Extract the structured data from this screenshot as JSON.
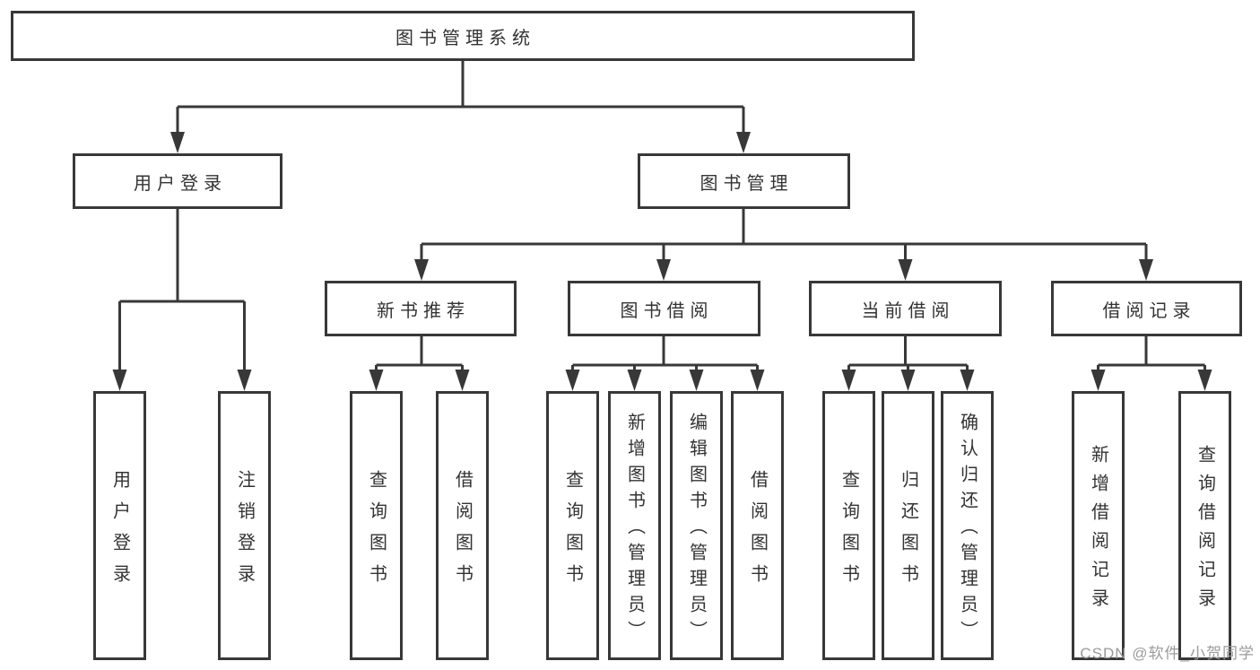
{
  "colors": {
    "line": "#383838",
    "text": "#333333",
    "watermark": "#9b9b9b",
    "background": "#ffffff"
  },
  "watermark": {
    "text": "CSDN @软件_小贺同学"
  },
  "tree": {
    "root": {
      "label": "图书管理系统"
    },
    "branches": [
      {
        "label": "用户登录",
        "children": [
          {
            "label": "用户登录"
          },
          {
            "label": "注销登录"
          }
        ]
      },
      {
        "label": "图书管理",
        "groups": [
          {
            "label": "新书推荐",
            "children": [
              {
                "label": "查询图书"
              },
              {
                "label": "借阅图书"
              }
            ]
          },
          {
            "label": "图书借阅",
            "children": [
              {
                "label": "查询图书"
              },
              {
                "label": "新增图书（管理员）"
              },
              {
                "label": "编辑图书（管理员）"
              },
              {
                "label": "借阅图书"
              }
            ]
          },
          {
            "label": "当前借阅",
            "children": [
              {
                "label": "查询图书"
              },
              {
                "label": "归还图书"
              },
              {
                "label": "确认归还（管理员）"
              }
            ]
          },
          {
            "label": "借阅记录",
            "children": [
              {
                "label": "新增借阅记录"
              },
              {
                "label": "查询借阅记录"
              }
            ]
          }
        ]
      }
    ]
  }
}
